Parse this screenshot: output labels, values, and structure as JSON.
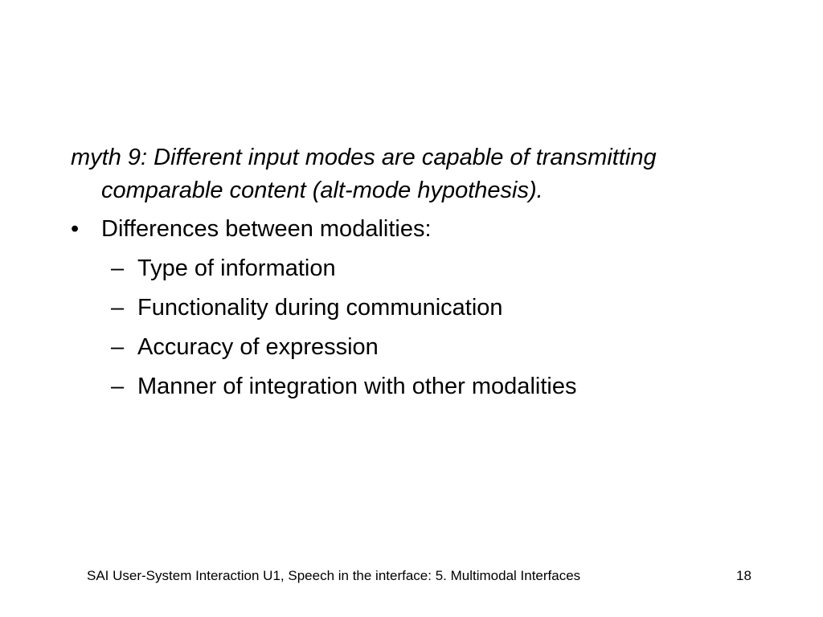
{
  "slide": {
    "myth_text": "myth 9: Different input modes are capable of transmitting comparable content (alt-mode hypothesis).",
    "bullet": {
      "marker": "•",
      "text": "Differences between modalities:"
    },
    "sub_marker": "–",
    "sub_items": [
      "Type of information",
      "Functionality during communication",
      "Accuracy of expression",
      "Manner of integration with other modalities"
    ]
  },
  "footer": {
    "title": "SAI User-System Interaction U1, Speech in the interface: 5. Multimodal Interfaces",
    "page_number": "18"
  }
}
